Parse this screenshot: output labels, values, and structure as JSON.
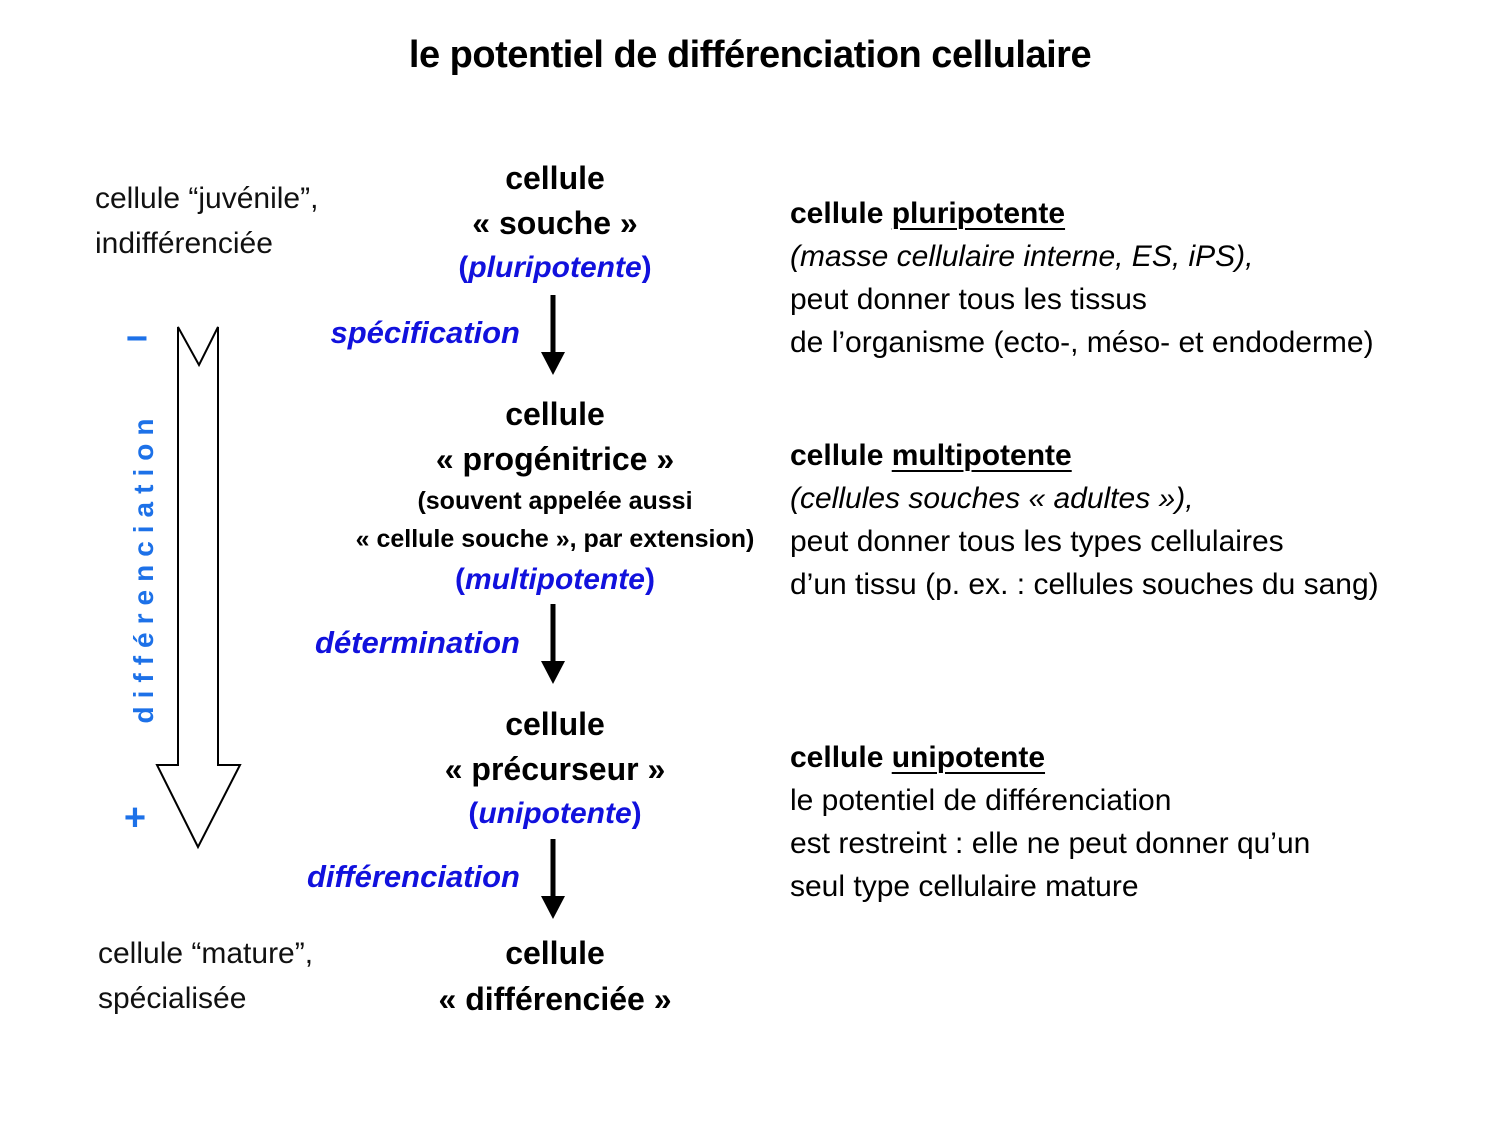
{
  "title": "le potentiel de différenciation cellulaire",
  "colors": {
    "dark_blue": "#1111dd",
    "light_blue": "#1d71e8",
    "text": "#000000"
  },
  "symbols": {
    "paren_open": "(",
    "paren_close": ")"
  },
  "left_annotations": {
    "top_line1": "cellule “juvénile”,",
    "top_line2": "indifférenciée",
    "bottom_line1": "cellule “mature”,",
    "bottom_line2": "spécialisée"
  },
  "axis": {
    "minus": "−",
    "plus": "+",
    "label": "différenciation"
  },
  "stages": [
    {
      "line1": "cellule",
      "line2": "« souche »",
      "potency": "pluripotente"
    },
    {
      "line1": "cellule",
      "line2": "« progénitrice »",
      "note1": "(souvent appelée aussi",
      "note2": "« cellule souche », par extension)",
      "potency": "multipotente"
    },
    {
      "line1": "cellule",
      "line2": "« précurseur »",
      "potency": "unipotente"
    },
    {
      "line1": "cellule",
      "line2": "« différenciée »"
    }
  ],
  "transitions": [
    "spécification",
    "détermination",
    "différenciation"
  ],
  "right_notes": [
    {
      "heading_prefix": "cellule ",
      "heading_term": "pluripotente",
      "line1": "(masse cellulaire interne, ES, iPS),",
      "line2": "peut donner tous les tissus",
      "line3": "de l’organisme (ecto-, méso- et endoderme)"
    },
    {
      "heading_prefix": "cellule ",
      "heading_term": "multipotente",
      "line1": "(cellules souches « adultes »),",
      "line2": "peut donner tous les types cellulaires",
      "line3": "d’un tissu (p. ex. : cellules souches du sang)"
    },
    {
      "heading_prefix": "cellule ",
      "heading_term": "unipotente",
      "line1": "le potentiel de différenciation",
      "line2": "est restreint : elle ne peut donner qu’un",
      "line3": "seul type cellulaire mature"
    }
  ]
}
